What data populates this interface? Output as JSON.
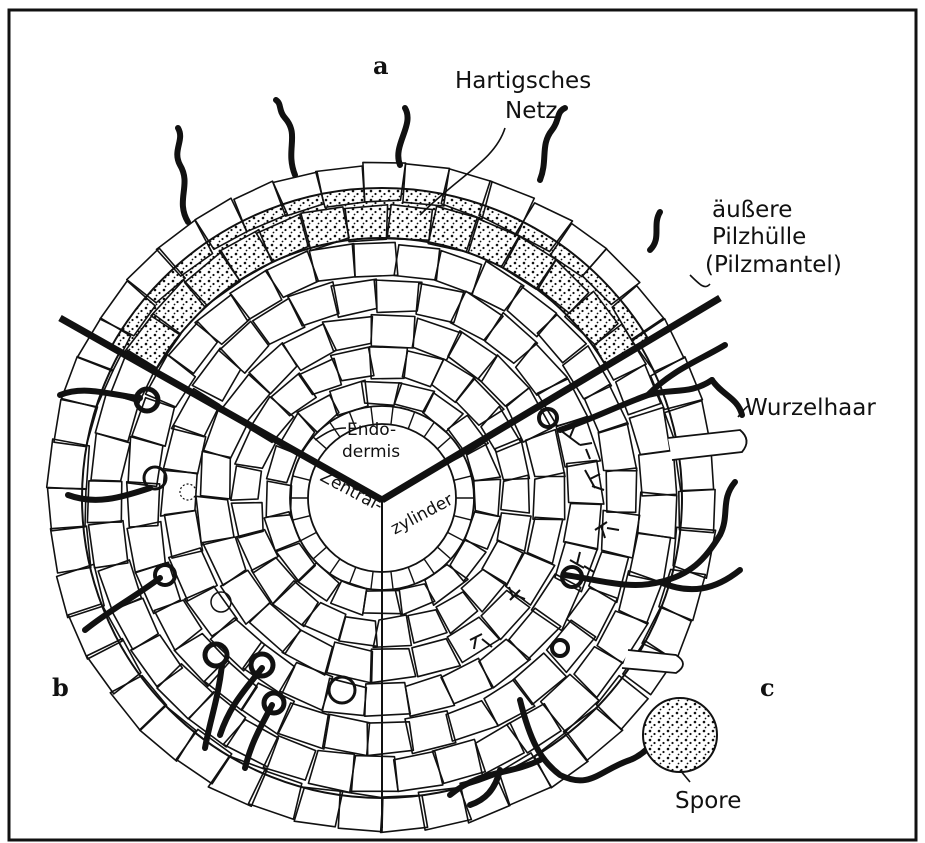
{
  "panels": {
    "a": "a",
    "b": "b",
    "c": "c"
  },
  "labels": {
    "hartig_line1": "Hartigsches",
    "hartig_line2": "Netz",
    "mantle_line1": "äußere",
    "mantle_line2": "Pilzhülle",
    "mantle_line3": "(Pilzmantel)",
    "wurzelhaar": "Wurzelhaar",
    "endo_line1": "Endo-",
    "endo_line2": "dermis",
    "zentral": "Zentral-",
    "zylinder": "zylinder",
    "spore": "Spore"
  },
  "colors": {
    "ink": "#111111",
    "paper": "#ffffff"
  }
}
